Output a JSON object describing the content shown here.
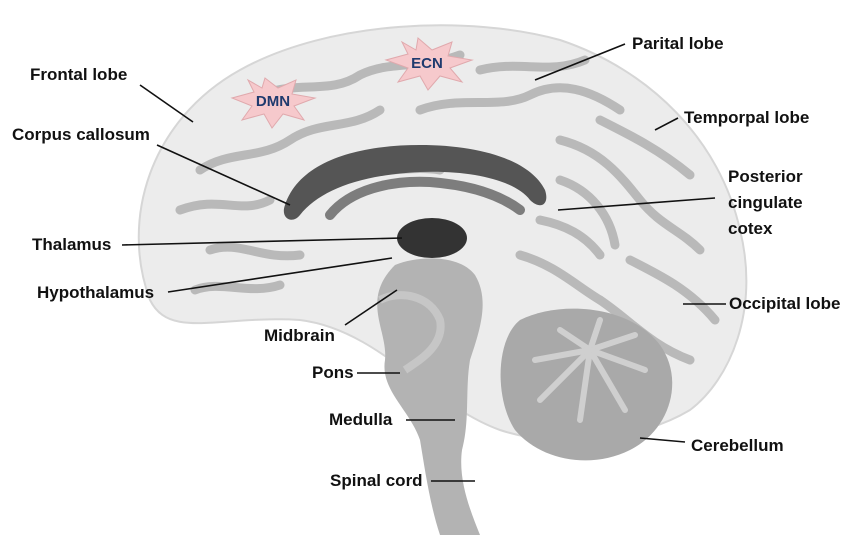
{
  "labels": {
    "frontal_lobe": "Frontal lobe",
    "corpus_callosum": "Corpus callosum",
    "thalamus": "Thalamus",
    "hypothalamus": "Hypothalamus",
    "midbrain": "Midbrain",
    "pons": "Pons",
    "medulla": "Medulla",
    "spinal_cord": "Spinal cord",
    "parital_lobe": "Parital lobe",
    "temporpal_lobe": "Temporpal lobe",
    "posterior_cingulate_1": "Posterior",
    "posterior_cingulate_2": "cingulate",
    "posterior_cingulate_3": "cotex",
    "occipital_lobe": "Occipital lobe",
    "cerebellum": "Cerebellum"
  },
  "networks": {
    "dmn": "DMN",
    "ecn": "ECN"
  },
  "colors": {
    "burst_fill": "#f6c9cc",
    "burst_text": "#1f3a6e",
    "cortex": "#ececec",
    "sulci": "#b9b9b9",
    "corpus_callosum": "#555555",
    "thalamus": "#333333",
    "brainstem": "#b3b3b3",
    "cerebellum": "#a9a9a9",
    "leader_line": "#111111"
  }
}
